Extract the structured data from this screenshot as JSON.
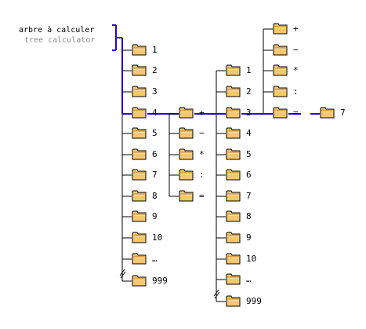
{
  "titles": {
    "fr": "arbre à calculer",
    "en": "tree calculator"
  },
  "colors": {
    "path": "#2200dd",
    "branch": "#000000",
    "folder_fill": "#f5c770",
    "folder_edge": "#000000"
  },
  "icons": {
    "node": "folder-icon",
    "skip": "double-slash-break"
  },
  "columns": {
    "first_operands": [
      "1",
      "2",
      "3",
      "4",
      "5",
      "6",
      "7",
      "8",
      "9",
      "10",
      "…",
      "999"
    ],
    "operators_a": [
      "+",
      "−",
      "*",
      ":",
      "="
    ],
    "second_operands": [
      "1",
      "2",
      "3",
      "4",
      "5",
      "6",
      "7",
      "8",
      "9",
      "10",
      "…",
      "999"
    ],
    "operators_b": [
      "+",
      "−",
      "*",
      ":",
      "="
    ],
    "result": [
      "7"
    ]
  },
  "selection": {
    "first_operand": "4",
    "operator": "+",
    "second_operand": "3",
    "final": "=",
    "answer": "7"
  }
}
